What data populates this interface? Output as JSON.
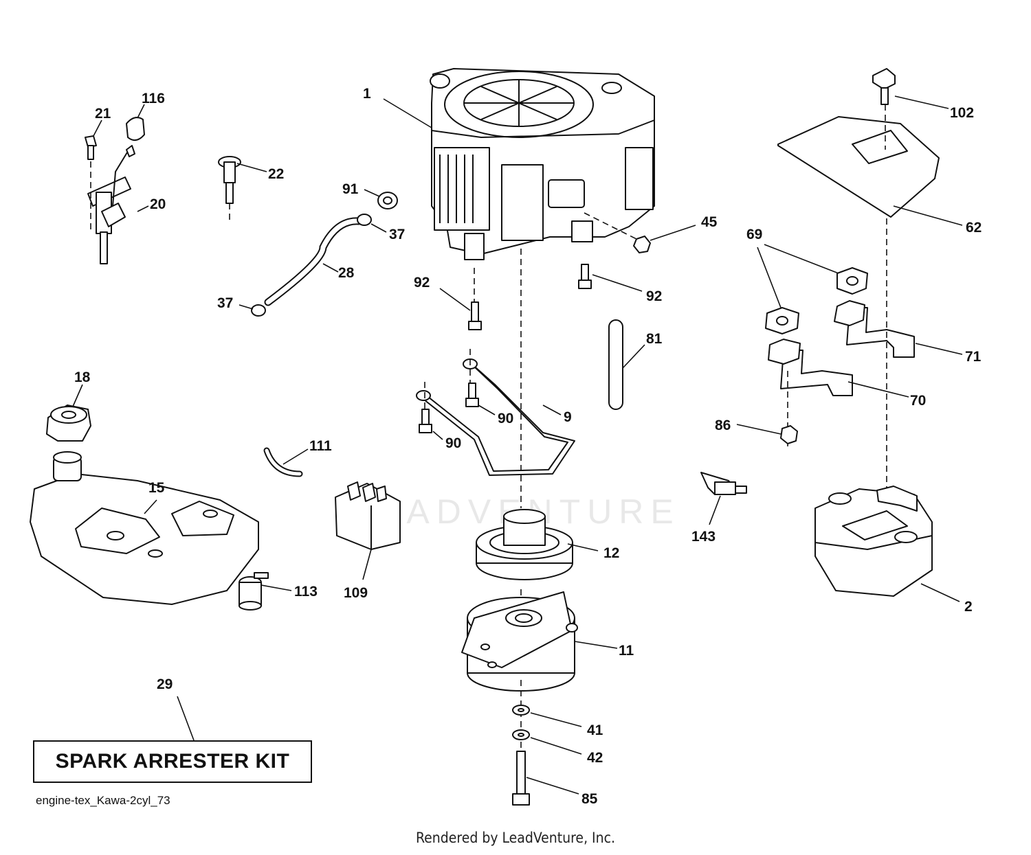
{
  "callouts": [
    {
      "id": "c1",
      "text": "1"
    },
    {
      "id": "c2",
      "text": "2"
    },
    {
      "id": "c9",
      "text": "9"
    },
    {
      "id": "c11",
      "text": "11"
    },
    {
      "id": "c12",
      "text": "12"
    },
    {
      "id": "c15",
      "text": "15"
    },
    {
      "id": "c18",
      "text": "18"
    },
    {
      "id": "c20",
      "text": "20"
    },
    {
      "id": "c21",
      "text": "21"
    },
    {
      "id": "c22",
      "text": "22"
    },
    {
      "id": "c28",
      "text": "28"
    },
    {
      "id": "c29",
      "text": "29"
    },
    {
      "id": "c37a",
      "text": "37"
    },
    {
      "id": "c37b",
      "text": "37"
    },
    {
      "id": "c41",
      "text": "41"
    },
    {
      "id": "c42",
      "text": "42"
    },
    {
      "id": "c45",
      "text": "45"
    },
    {
      "id": "c62",
      "text": "62"
    },
    {
      "id": "c69",
      "text": "69"
    },
    {
      "id": "c70",
      "text": "70"
    },
    {
      "id": "c71",
      "text": "71"
    },
    {
      "id": "c81",
      "text": "81"
    },
    {
      "id": "c85",
      "text": "85"
    },
    {
      "id": "c86",
      "text": "86"
    },
    {
      "id": "c90a",
      "text": "90"
    },
    {
      "id": "c90b",
      "text": "90"
    },
    {
      "id": "c91",
      "text": "91"
    },
    {
      "id": "c92a",
      "text": "92"
    },
    {
      "id": "c92b",
      "text": "92"
    },
    {
      "id": "c102",
      "text": "102"
    },
    {
      "id": "c109",
      "text": "109"
    },
    {
      "id": "c111",
      "text": "111"
    },
    {
      "id": "c113",
      "text": "113"
    },
    {
      "id": "c116",
      "text": "116"
    },
    {
      "id": "c143",
      "text": "143"
    }
  ],
  "kit_label": "SPARK ARRESTER KIT",
  "diagram_code": "engine-tex_Kawa-2cyl_73",
  "footer_credit": "Rendered by LeadVenture, Inc.",
  "watermark": "LEADVENTURE"
}
